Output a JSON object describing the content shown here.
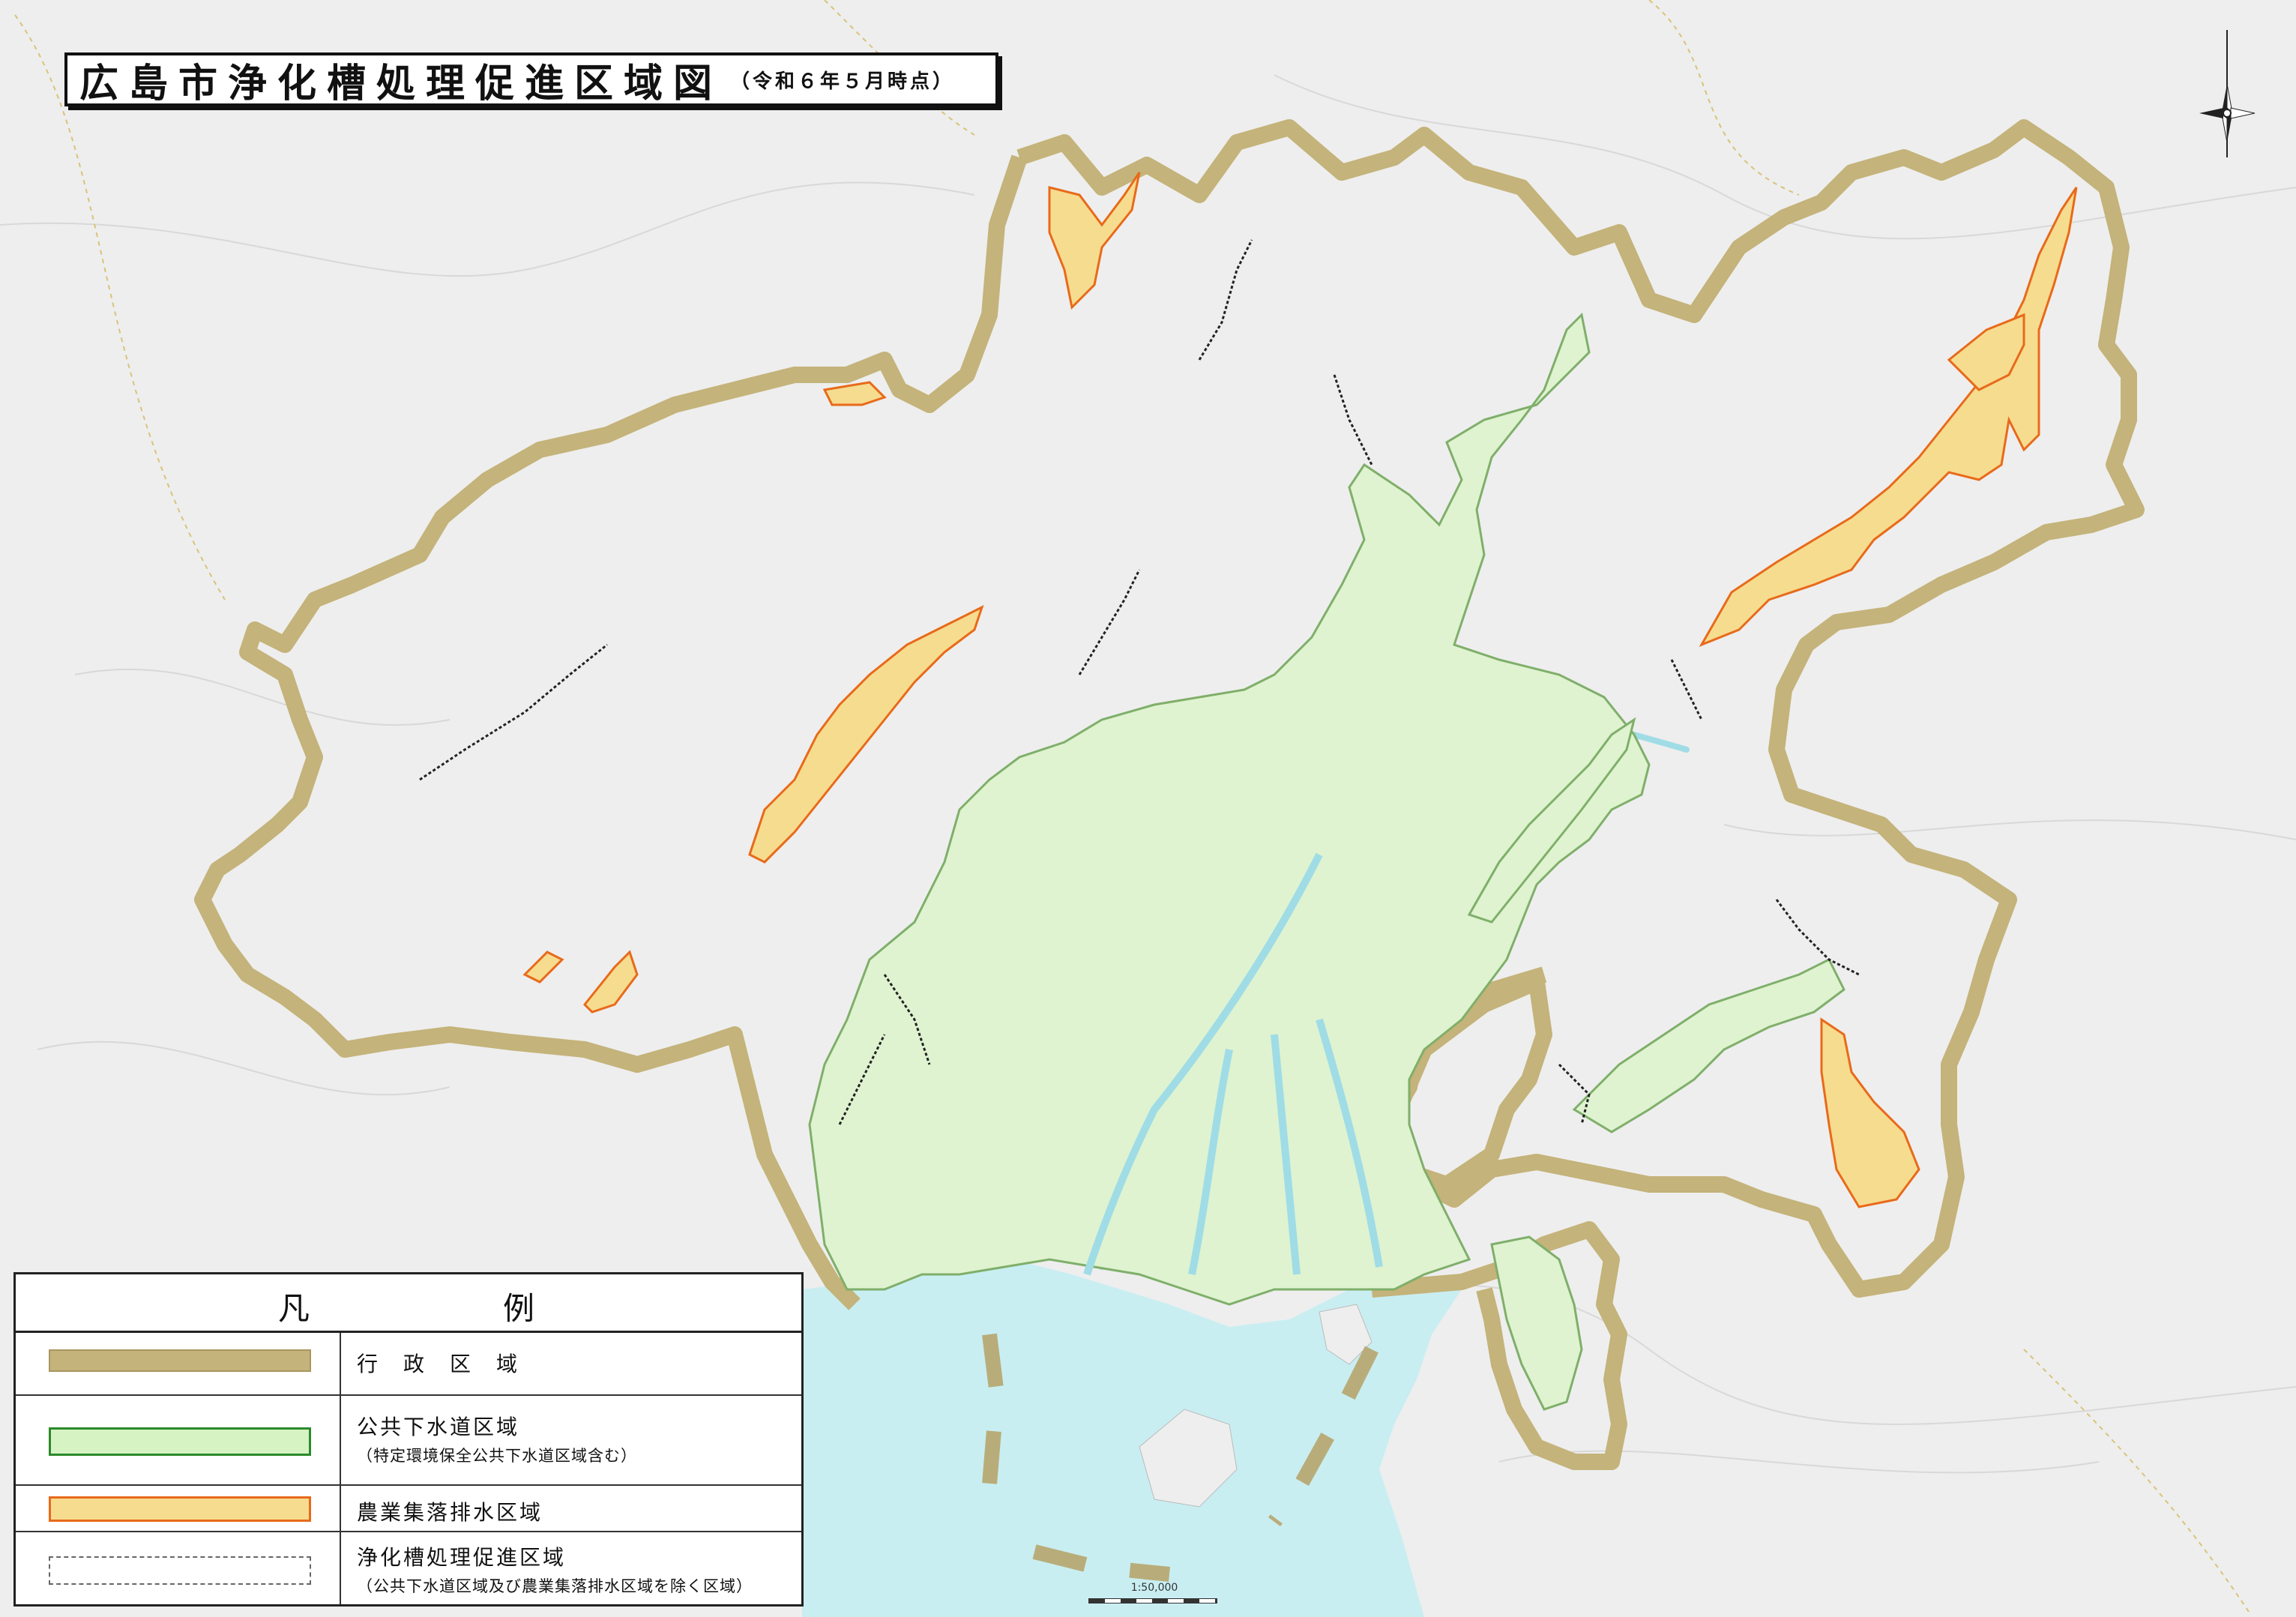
{
  "title": {
    "main": "広島市浄化槽処理促進区域図",
    "sub": "（令和６年５月時点）"
  },
  "legend": {
    "heading_left": "凡",
    "heading_right": "例",
    "items": [
      {
        "label": "行　政　区　域",
        "note": "",
        "swatch_color": "#c4b37a",
        "swatch_border": "#a89660"
      },
      {
        "label": "公共下水道区域",
        "note": "（特定環境保全公共下水道区域含む）",
        "swatch_color": "#d6f3c4",
        "swatch_border": "#2b8a2b"
      },
      {
        "label": "農業集落排水区域",
        "note": "",
        "swatch_color": "#f6dc8f",
        "swatch_border": "#e86a1a"
      },
      {
        "label": "浄化槽処理促進区域",
        "note": "（公共下水道区域及び農業集落排水区域を除く区域）",
        "swatch_color": "#ffffff",
        "swatch_border": "#666666"
      }
    ]
  },
  "scale": {
    "ratio": "1:50,000"
  },
  "colors": {
    "boundary": "#c4b37a",
    "sewer_fill": "#dff3d0",
    "sewer_edge": "#7faf6a",
    "rural_fill": "#f6dc8f",
    "rural_edge": "#e86a1a",
    "sea": "#c9eef2",
    "land_bg": "#f0f0f0",
    "river": "#9fdce6"
  },
  "compass_icon": "compass-rose-icon"
}
